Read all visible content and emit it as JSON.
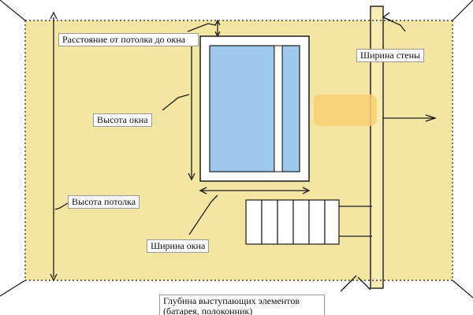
{
  "labels": {
    "ceiling_to_window": "Расстояние от потолка до окна",
    "wall_width": "Ширина стены",
    "window_height": "Высота окна",
    "ceiling_height": "Высота потолка",
    "window_width": "Ширина окна",
    "protruding_depth": "Глубина выступающих элементов (батарея, полоконник)"
  },
  "colors": {
    "wall": "#f3e6a2",
    "window_glass": "#9fc9ec",
    "line": "#1c1c1c",
    "smudge": "#f7cf72"
  }
}
